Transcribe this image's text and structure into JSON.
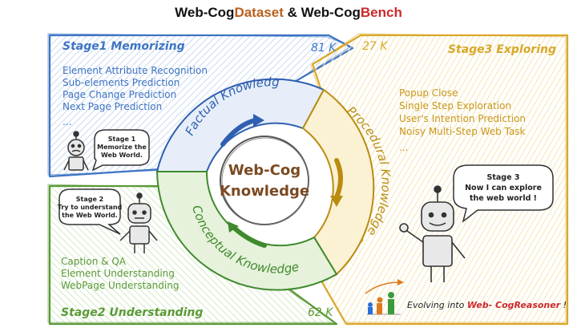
{
  "title": {
    "part1": "Web-Cog",
    "part2": "Dataset",
    "part3": " & Web-Cog",
    "part4": "Bench"
  },
  "colors": {
    "stage1": "#3d74c3",
    "stage2": "#5b9a37",
    "stage3": "#d9a82a",
    "factual": "#2f5fb0",
    "procedural": "#b98c10",
    "conceptual": "#3f8a2c",
    "center_text": "#7a4a22"
  },
  "stage1": {
    "label": "Stage1 Memorizing",
    "count": "81 K",
    "items": [
      "Element Attribute Recognition",
      "Sub-elements Prediction",
      "Page Change Prediction",
      "Next Page Prediction",
      "..."
    ],
    "bubble": [
      "Stage 1",
      "Memorize the",
      "Web World."
    ]
  },
  "stage2": {
    "label": "Stage2 Understanding",
    "count": "62 K",
    "items": [
      "Caption & QA",
      "Element Understanding",
      "WebPage Understanding"
    ],
    "bubble": [
      "Stage 2",
      "Try to understand",
      "the Web World."
    ]
  },
  "stage3": {
    "label": "Stage3 Exploring",
    "count": "27 K",
    "items": [
      "Popup Close",
      "Single Step Exploration",
      "User's Intention Prediction",
      "Noisy Multi-Step Web Task",
      "..."
    ],
    "bubble": [
      "Stage 3",
      "Now I can explore",
      "the web world !"
    ]
  },
  "center": {
    "line1": "Web-Cog",
    "line2": "Knowledge"
  },
  "knowledge": {
    "factual": "Factual Knowledge",
    "procedural": "Procedural Knowledge",
    "conceptual": "Conceptual Knowledge"
  },
  "footer": {
    "prefix": "Evolving into ",
    "name": "Web- CogReasoner",
    "suffix": " !"
  }
}
